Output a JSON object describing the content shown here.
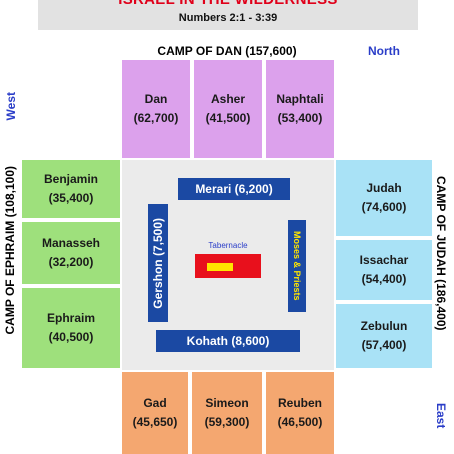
{
  "header": {
    "title": "ISRAEL IN THE WILDERNESS",
    "subtitle": "Numbers 2:1 - 3:39"
  },
  "directions": {
    "north": "North",
    "west": "West",
    "east": "East"
  },
  "camps": {
    "dan": "CAMP OF DAN (157,600)",
    "ephraim": "CAMP OF EPHRAIM (108,100)",
    "judah": "CAMP OF JUDAH (186,400)"
  },
  "tribes": {
    "north": [
      {
        "name": "Dan",
        "count": "(62,700)"
      },
      {
        "name": "Asher",
        "count": "(41,500)"
      },
      {
        "name": "Naphtali",
        "count": "(53,400)"
      }
    ],
    "west": [
      {
        "name": "Benjamin",
        "count": "(35,400)"
      },
      {
        "name": "Manasseh",
        "count": "(32,200)"
      },
      {
        "name": "Ephraim",
        "count": "(40,500)"
      }
    ],
    "east": [
      {
        "name": "Judah",
        "count": "(74,600)"
      },
      {
        "name": "Issachar",
        "count": "(54,400)"
      },
      {
        "name": "Zebulun",
        "count": "(57,400)"
      }
    ],
    "south": [
      {
        "name": "Gad",
        "count": "(45,650)"
      },
      {
        "name": "Simeon",
        "count": "(59,300)"
      },
      {
        "name": "Reuben",
        "count": "(46,500)"
      }
    ]
  },
  "levites": {
    "merari": "Merari (6,200)",
    "gershon": "Gershon (7,500)",
    "kohath": "Kohath (8,600)",
    "moses": "Moses & Priests",
    "tabernacle": "Tabernacle"
  },
  "colors": {
    "north": "#dca1ec",
    "west": "#9ee07c",
    "east": "#a9e2f6",
    "south": "#f4a770",
    "levites": "#1b49a3",
    "title": "#e0001a",
    "direction": "#2a3dc8"
  }
}
